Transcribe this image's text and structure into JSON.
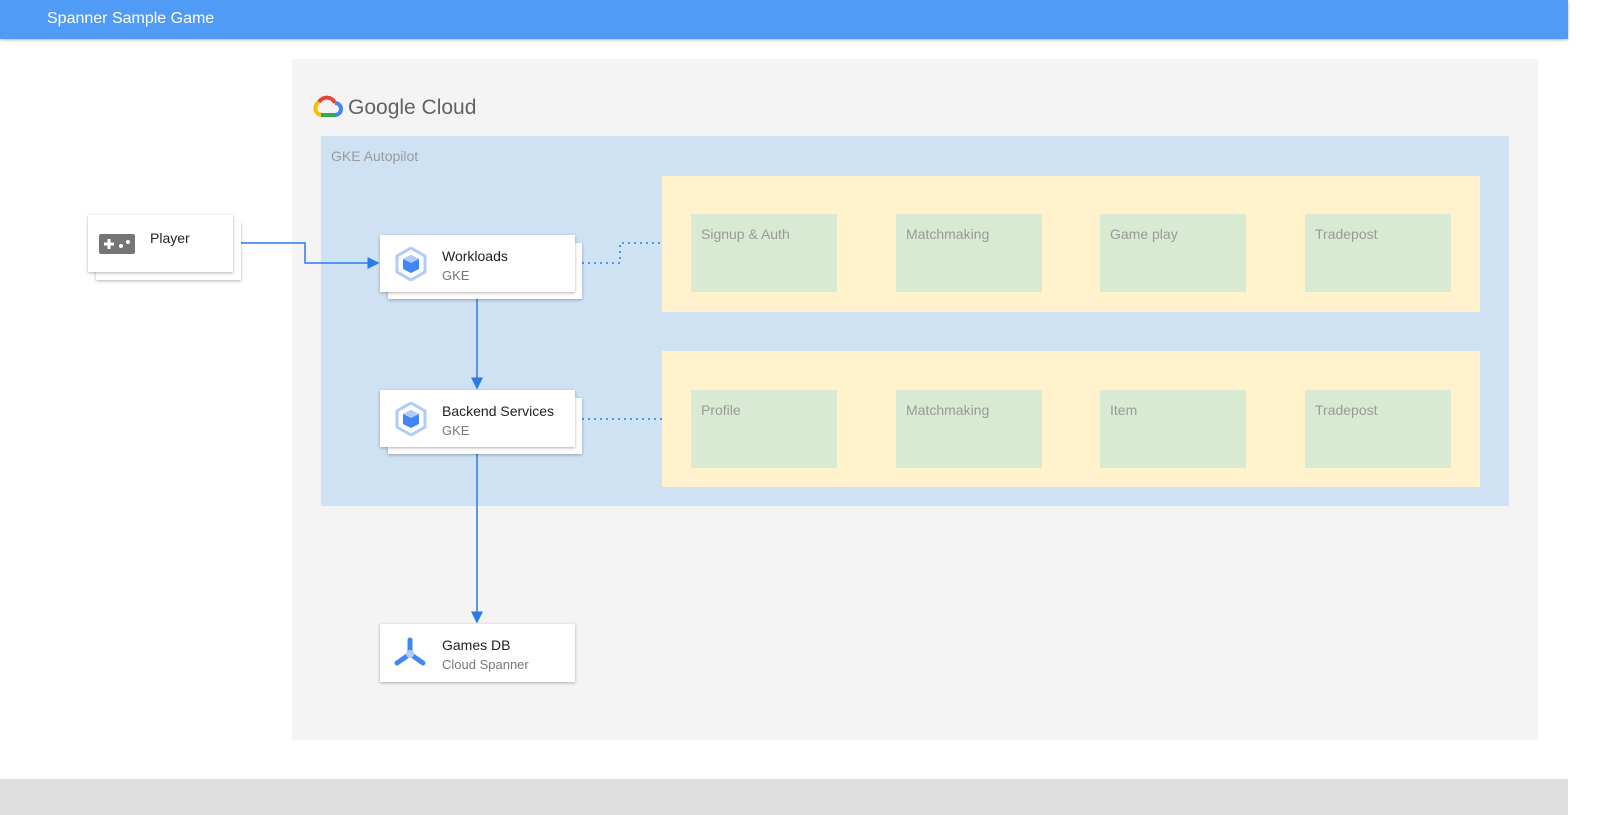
{
  "header": {
    "title": "Spanner Sample Game",
    "color": "#4f9bf6"
  },
  "cloud": {
    "logo_text": "Google Cloud"
  },
  "gke": {
    "label": "GKE Autopilot"
  },
  "workloads_group": {
    "items": [
      "Signup & Auth",
      "Matchmaking",
      "Game play",
      "Tradepost"
    ]
  },
  "backend_group": {
    "items": [
      "Profile",
      "Matchmaking",
      "Item",
      "Tradepost"
    ]
  },
  "nodes": {
    "player": {
      "title": "Player",
      "icon": "gamepad-icon"
    },
    "workloads": {
      "title": "Workloads",
      "subtitle": "GKE",
      "icon": "gke-icon"
    },
    "backend": {
      "title": "Backend Services",
      "subtitle": "GKE",
      "icon": "gke-icon"
    },
    "db": {
      "title": "Games DB",
      "subtitle": "Cloud Spanner",
      "icon": "spanner-icon"
    }
  }
}
